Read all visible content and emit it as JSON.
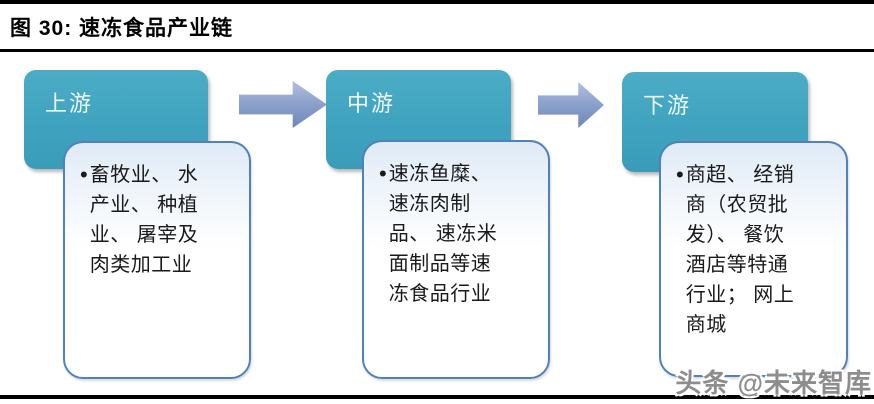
{
  "header": {
    "title": "图 30:  速冻食品产业链"
  },
  "stages": [
    {
      "label": "上游",
      "bullet": "•",
      "text": "畜牧业、 水\n产业、 种植\n业、 屠宰及\n肉类加工业"
    },
    {
      "label": "中游",
      "bullet": "•",
      "text": "速冻鱼糜、\n速冻肉制\n品、 速冻米\n面制品等速\n冻食品行业"
    },
    {
      "label": "下游",
      "bullet": "•",
      "text": "商超、 经销\n商（农贸批\n发）、 餐饮\n酒店等特通\n行业； 网上\n商城"
    }
  ],
  "watermark": "头条 @未来智库",
  "colors": {
    "stage_header_teal": "#3FA3BF",
    "detail_box_border": "#4F81BD",
    "detail_box_tint": "#DFEAF6",
    "arrow_light": "#B3C1DE",
    "arrow_dark": "#6E86BA",
    "watermark_gray": "#8D8D8D",
    "rule_black": "#000000"
  }
}
